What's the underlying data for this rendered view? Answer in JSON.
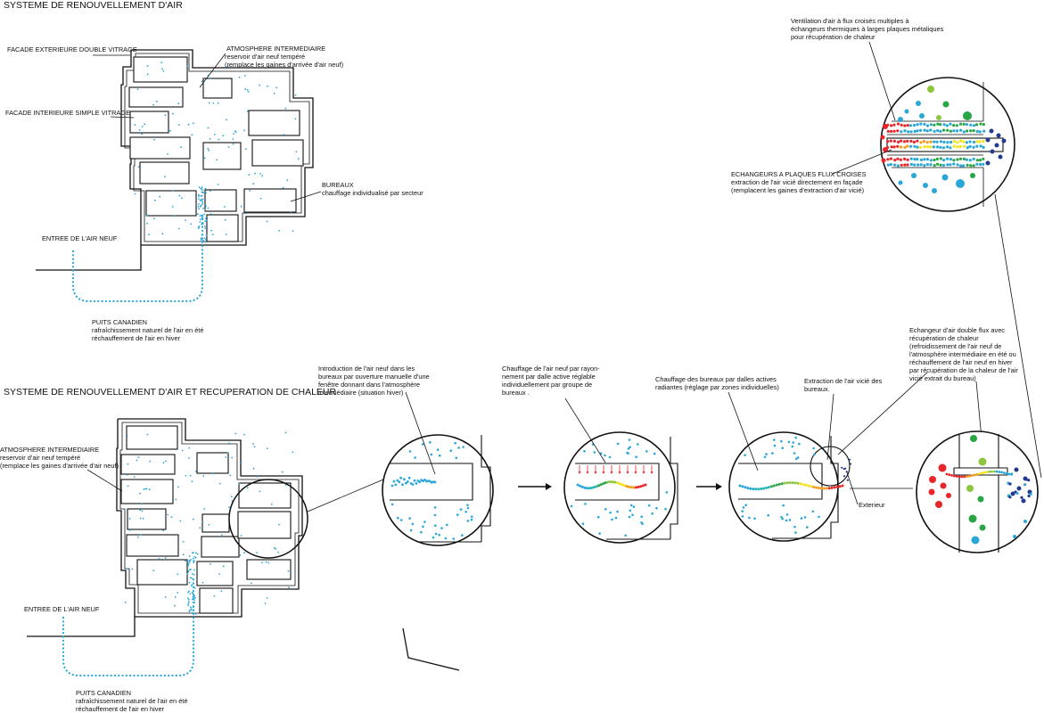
{
  "top": {
    "title": "SYSTEME DE RENOUVELLEMENT D'AIR",
    "facade_ext": "FACADE EXTERIEURE DOUBLE VITRAGE",
    "facade_int": "FACADE INTERIEURE SIMPLE VITRAGE",
    "atmo": [
      "ATMOSPHERE INTERMEDIAIRE",
      "reservoir d'air neuf tempéré",
      "(remplace les gaines d'arrivée d'air neuf)"
    ],
    "bureaux": [
      "BUREAUX",
      "chauffage individualisé par secteur"
    ],
    "entree": "ENTREE DE L'AIR NEUF",
    "puits": [
      "PUITS CANADIEN",
      "rafraîchissement naturel de l'air en été",
      "réchauffement de l'air en hiver"
    ]
  },
  "detail_top": {
    "ventilation": [
      "Ventilation d'air à flux croisés multiples à",
      "échangeurs thermiques à larges plaques métaliques",
      "pour récupération de chaleur"
    ],
    "echangeurs": [
      "ECHANGEURS A PLAQUES FLUX CROISES",
      "extraction de l'air vicié directement en façade",
      "(remplacent les gaines d'extraction d'air vicié)"
    ]
  },
  "bottom": {
    "title": "SYSTEME DE RENOUVELLEMENT D'AIR ET RECUPERATION DE CHALEUR",
    "atmo": [
      "ATMOSPHERE INTERMEDIAIRE",
      "reservoir d'air neuf tempéré",
      "(remplace les gaines d'arrivée d'air neuf)"
    ],
    "entree": "ENTREE DE L'AIR NEUF",
    "puits": [
      "PUITS CANADIEN",
      "rafraîchissement naturel de l'air en été",
      "réchauffement de l'air en hiver"
    ]
  },
  "sequence": {
    "step1": [
      "Introduction de l'air neuf dans les",
      "bureaux par ouverture manuelle d'une",
      "fenêtre donnant dans l'atmosphère",
      "intermédiaire (situation hiver)"
    ],
    "step2": [
      "Chauffage de l'air neuf par rayon-",
      "nement par dalle active réglable",
      "individuellement par groupe de",
      "bureaux ."
    ],
    "step3": [
      "Chauffage des bureaux par dalles actives",
      "radiantes (réglage par zones individuelles)"
    ],
    "step4": [
      "Extraction de l'air vicié des",
      "bureaux."
    ],
    "step5": [
      "Echangeur d'air double flux avec",
      "récupération de chaleur",
      "(refroidissement de l'air neuf de",
      "l'atmosphère intermédiaire en été ou",
      "réchauffement de l'air neuf en hiver",
      "par récupération de la chaleur de l'air",
      "vicié extrait du bureau)"
    ],
    "exterieur": "Exterieur"
  },
  "colors": {
    "cold": "#2aa7d8",
    "red": "#e8262a",
    "orange": "#f39a1f",
    "yellow": "#f4e21b",
    "lightgreen": "#8cc63f",
    "green": "#2aa546",
    "navy": "#233a91",
    "teal": "#23b5b0"
  }
}
